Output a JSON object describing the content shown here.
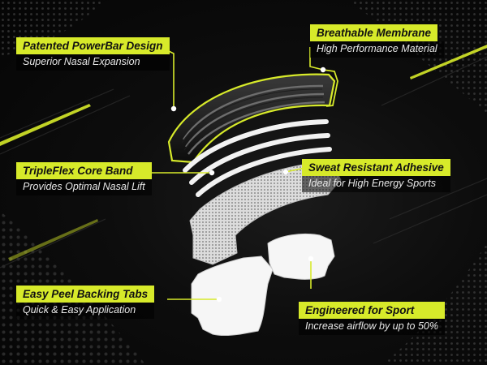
{
  "colors": {
    "accent": "#d7ea2a",
    "background": "#0a0a0a"
  },
  "callouts": [
    {
      "id": "powerbar",
      "title": "Patented PowerBar Design",
      "subtitle": "Superior Nasal Expansion"
    },
    {
      "id": "membrane",
      "title": "Breathable Membrane",
      "subtitle": "High Performance Material"
    },
    {
      "id": "core-band",
      "title": "TripleFlex Core Band",
      "subtitle": "Provides Optimal Nasal Lift"
    },
    {
      "id": "adhesive",
      "title": "Sweat Resistant Adhesive",
      "subtitle": "Ideal for High Energy Sports"
    },
    {
      "id": "backing-tabs",
      "title": "Easy Peel Backing Tabs",
      "subtitle": "Quick & Easy Application"
    },
    {
      "id": "sport",
      "title": "Engineered for Sport",
      "subtitle": "Increase airflow by up to 50%"
    }
  ]
}
